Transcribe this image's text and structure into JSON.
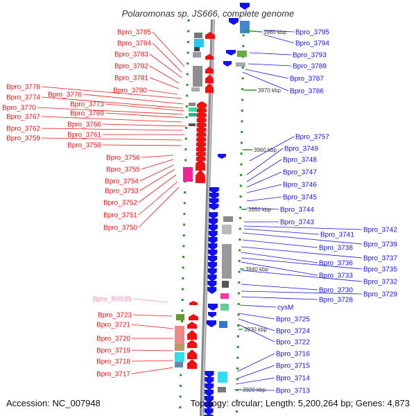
{
  "title": "Polaromonas sp. JS666, complete genome",
  "accession": "Accession: NC_007948",
  "topology": "Topology: circular; Length: 5,200,264 bp; Genes: 4,873",
  "colors": {
    "forward": "#ee1111",
    "reverse": "#1111ee",
    "rna": "#f291b9",
    "tick": "#229922",
    "backbone": "#8a8a8a",
    "kbp": "#333333"
  },
  "kbp_labels": [
    "3980 kbp",
    "3970 kbp",
    "3960 kbp",
    "3950 kbp",
    "3940 kbp",
    "3930 kbp",
    "3920 kbp"
  ],
  "left_labels": [
    "Bpro_3785",
    "Bpro_3784",
    "Bpro_3783",
    "Bpro_3782",
    "Bpro_3781",
    "Bpro_3780",
    "Bpro_3778",
    "Bpro_3776",
    "Bpro_3774",
    "Bpro_3773",
    "Bpro_3770",
    "Bpro_3769",
    "Bpro_3767",
    "Bpro_3766",
    "Bpro_3762",
    "Bpro_3761",
    "Bpro_3759",
    "Bpro_3758",
    "Bpro_3756",
    "Bpro_3755",
    "Bpro_3754",
    "Bpro_3753",
    "Bpro_3752",
    "Bpro_3751",
    "Bpro_3750",
    "Bpro_R0039",
    "Bpro_3723",
    "Bpro_3721",
    "Bpro_3720",
    "Bpro_3719",
    "Bpro_3718",
    "Bpro_3717"
  ],
  "right_labels": [
    "Bpro_3795",
    "Bpro_3794",
    "Bpro_3793",
    "Bpro_3789",
    "Bpro_3787",
    "Bpro_3786",
    "Bpro_3757",
    "Bpro_3749",
    "Bpro_3748",
    "Bpro_3747",
    "Bpro_3746",
    "Bpro_3745",
    "Bpro_3744",
    "Bpro_3743",
    "Bpro_3742",
    "Bpro_3741",
    "Bpro_3739",
    "Bpro_3738",
    "Bpro_3737",
    "Bpro_3736",
    "Bpro_3735",
    "Bpro_3733",
    "Bpro_3732",
    "Bpro_3730",
    "Bpro_3729",
    "Bpro_3728",
    "cysM",
    "Bpro_3725",
    "Bpro_3724",
    "Bpro_3722",
    "Bpro_3716",
    "Bpro_3715",
    "Bpro_3714",
    "Bpro_3713"
  ]
}
